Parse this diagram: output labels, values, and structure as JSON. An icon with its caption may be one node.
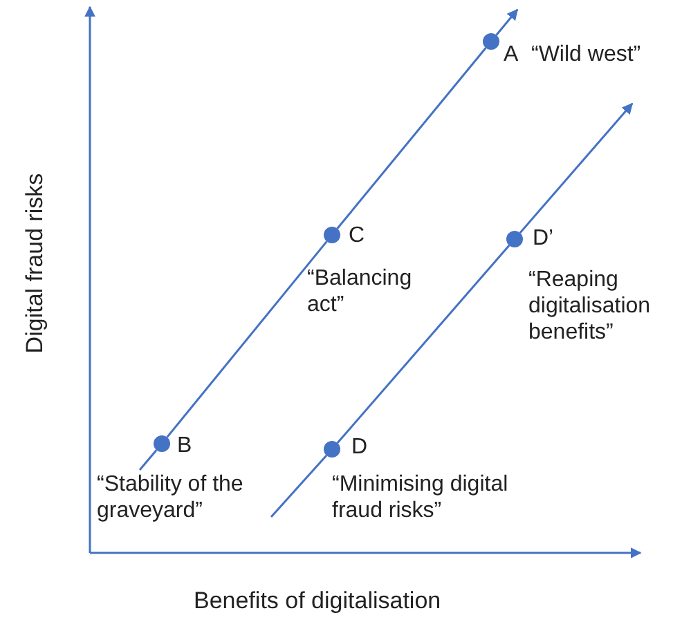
{
  "diagram": {
    "nodes": [
      {
        "text": [
          "A"
        ],
        "beside": [
          "“Wild west”"
        ]
      },
      {
        "text": [
          "C"
        ],
        "beside": [
          "“Balancing act”"
        ]
      },
      {
        "text": [
          "D’"
        ],
        "beside": [
          "“Reaping digitalisation benefits”"
        ]
      },
      {
        "text": [
          "B"
        ],
        "beside": [
          "“Stability of the graveyard”"
        ]
      },
      {
        "text": [
          "D"
        ],
        "beside": [
          "“Minimising digital fraud risks”"
        ]
      }
    ],
    "edges": [
      {
        "from": null,
        "to": 3,
        "arrow": "none"
      },
      {
        "from": 3,
        "to": 1,
        "arrow": "none"
      },
      {
        "from": 1,
        "to": 0,
        "arrow": "none"
      },
      {
        "from": 0,
        "to": null,
        "arrow": "to"
      },
      {
        "from": null,
        "to": 4,
        "arrow": "none"
      },
      {
        "from": 4,
        "to": 2,
        "arrow": "none"
      },
      {
        "from": 2,
        "to": null,
        "arrow": "to"
      }
    ],
    "labels": [
      "Digital fraud risks",
      "Benefits of digitalisation"
    ]
  }
}
